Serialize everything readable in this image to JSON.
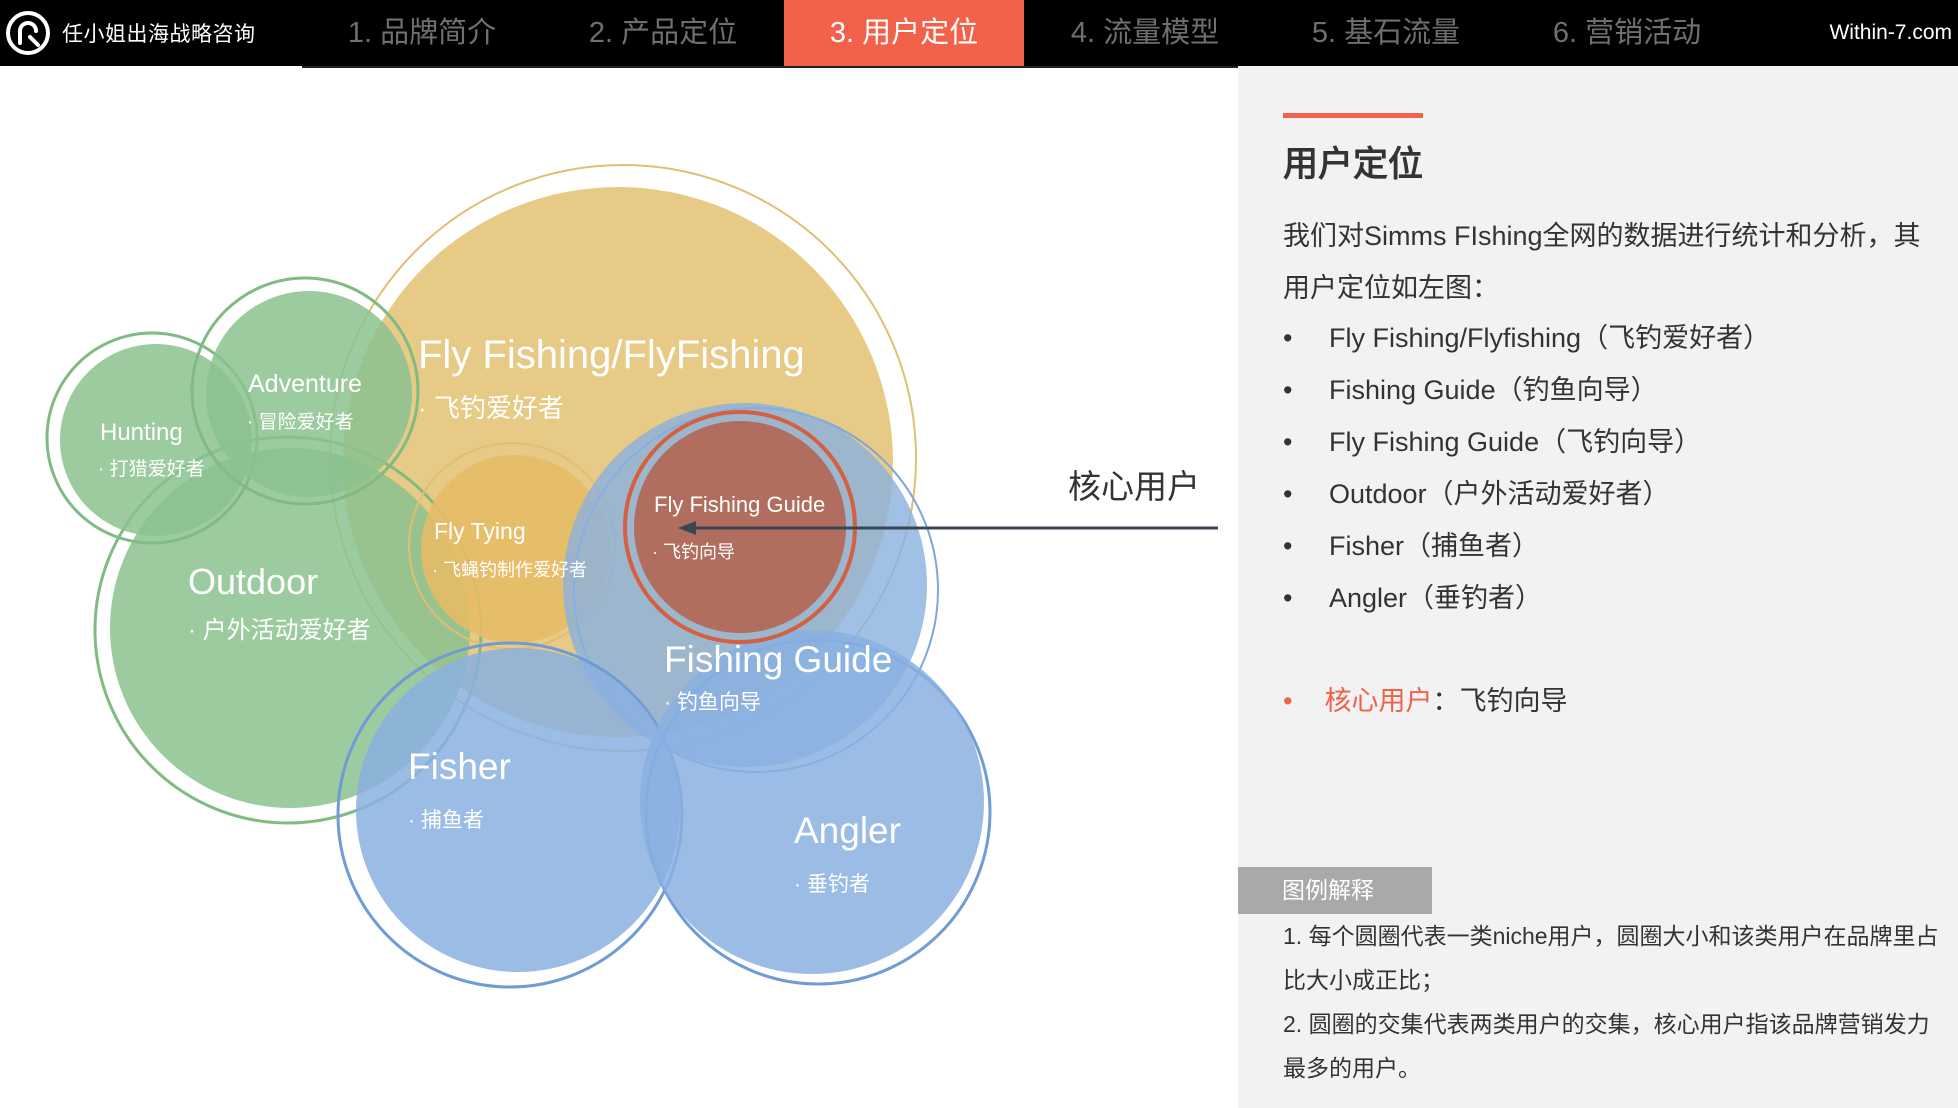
{
  "header": {
    "brand_name": "任小姐出海战略咨询",
    "tabs": [
      "1. 品牌简介",
      "2. 产品定位",
      "3. 用户定位",
      "4. 流量模型",
      "5. 基石流量",
      "6. 营销活动"
    ],
    "active_tab": 2,
    "site": "Within-7.com"
  },
  "diagram": {
    "circles": {
      "fly_fishing": {
        "title": "Fly Fishing/FlyFishing",
        "subtitle": "· 飞钓爱好者"
      },
      "adventure": {
        "title": "Adventure",
        "subtitle": "· 冒险爱好者"
      },
      "hunting": {
        "title": "Hunting",
        "subtitle": "· 打猎爱好者"
      },
      "outdoor": {
        "title": "Outdoor",
        "subtitle": "· 户外活动爱好者"
      },
      "fly_tying": {
        "title": "Fly Tying",
        "subtitle": "· 飞蝇钓制作爱好者"
      },
      "fly_fishing_guide": {
        "title": "Fly Fishing Guide",
        "subtitle": "· 飞钓向导"
      },
      "fishing_guide": {
        "title": "Fishing Guide",
        "subtitle": "· 钓鱼向导"
      },
      "fisher": {
        "title": "Fisher",
        "subtitle": "· 捕鱼者"
      },
      "angler": {
        "title": "Angler",
        "subtitle": "· 垂钓者"
      }
    },
    "core_callout": "核心用户"
  },
  "panel": {
    "title": "用户定位",
    "intro": "我们对Simms FIshing全网的数据进行统计和分析，其用户定位如左图：",
    "bullets": [
      "Fly Fishing/Flyfishing（飞钓爱好者）",
      "Fishing Guide（钓鱼向导）",
      "Fly Fishing Guide（飞钓向导）",
      "Outdoor（户外活动爱好者）",
      "Fisher（捕鱼者）",
      "Angler（垂钓者）"
    ],
    "bullet_symbol": "•",
    "core_label": "核心用户",
    "core_value": "：飞钓向导"
  },
  "legend": {
    "heading": "图例解释",
    "items": [
      "1. 每个圆圈代表一类niche用户，圆圈大小和该类用户在品牌里占比大小成正比；",
      "2. 圆圈的交集代表两类用户的交集，核心用户指该品牌营销发力最多的用户。"
    ]
  },
  "colors": {
    "accent": "#f2614a",
    "green": "#8bc28f",
    "yellow": "#e2c170",
    "blue": "#8ab0e0",
    "red": "#b5624a"
  }
}
